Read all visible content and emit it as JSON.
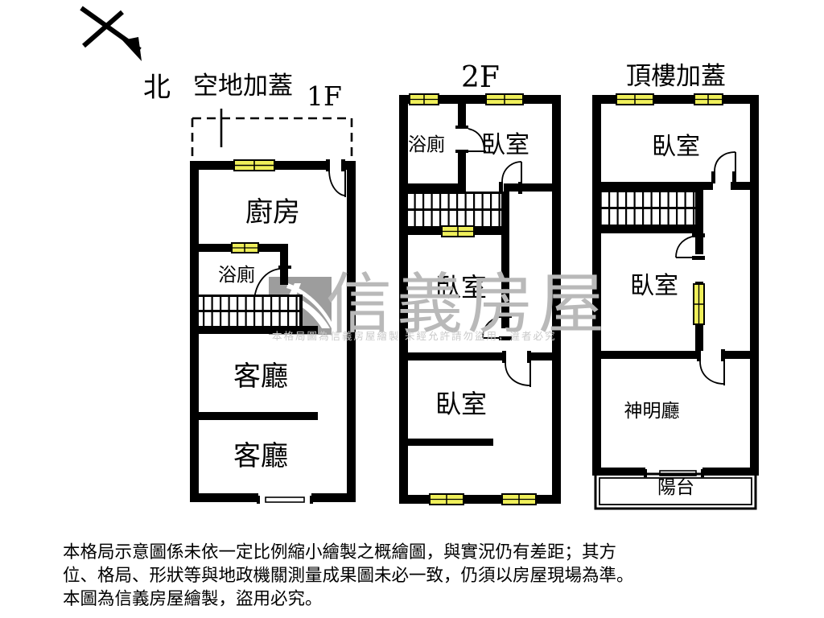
{
  "document": {
    "type": "real-estate-floor-plan",
    "compass_label": "北",
    "compass_icon": "north-arrow-icon"
  },
  "plans": [
    {
      "id": "1f",
      "title": "1F",
      "annex_label": "空地加蓋",
      "rooms": [
        {
          "name": "kitchen",
          "label": "廚房"
        },
        {
          "name": "bathroom",
          "label": "浴廁"
        },
        {
          "name": "living-room-upper",
          "label": "客廳"
        },
        {
          "name": "living-room-lower",
          "label": "客廳"
        }
      ]
    },
    {
      "id": "2f",
      "title": "2F",
      "rooms": [
        {
          "name": "bathroom",
          "label": "浴廁"
        },
        {
          "name": "bedroom-top",
          "label": "臥室"
        },
        {
          "name": "bedroom-middle",
          "label": "臥室"
        },
        {
          "name": "bedroom-bottom",
          "label": "臥室"
        }
      ]
    },
    {
      "id": "rooftop",
      "title": "頂樓加蓋",
      "rooms": [
        {
          "name": "bedroom-top",
          "label": "臥室"
        },
        {
          "name": "bedroom-middle",
          "label": "臥室"
        },
        {
          "name": "shrine-hall",
          "label": "神明廳"
        },
        {
          "name": "balcony",
          "label": "陽台"
        }
      ]
    }
  ],
  "watermark": {
    "brand": "信義房屋",
    "notice_left": "本格局圖為信義房屋繪製",
    "notice_right": "未經允許請勿盜用，違者必究"
  },
  "disclaimer": {
    "line1": "本格局示意圖係未依一定比例縮小繪製之概繪圖，與實況仍有差距；其方",
    "line2": "位、格局、形狀等與地政機關測量成果圖未必一致，仍須以房屋現場為準。",
    "line3": "本圖為信義房屋繪製，盜用必究。"
  },
  "colors": {
    "wall": "#000000",
    "window_fill": "#efef5a",
    "window_stroke": "#000000",
    "background": "#ffffff",
    "watermark": "#b9b9b9"
  }
}
